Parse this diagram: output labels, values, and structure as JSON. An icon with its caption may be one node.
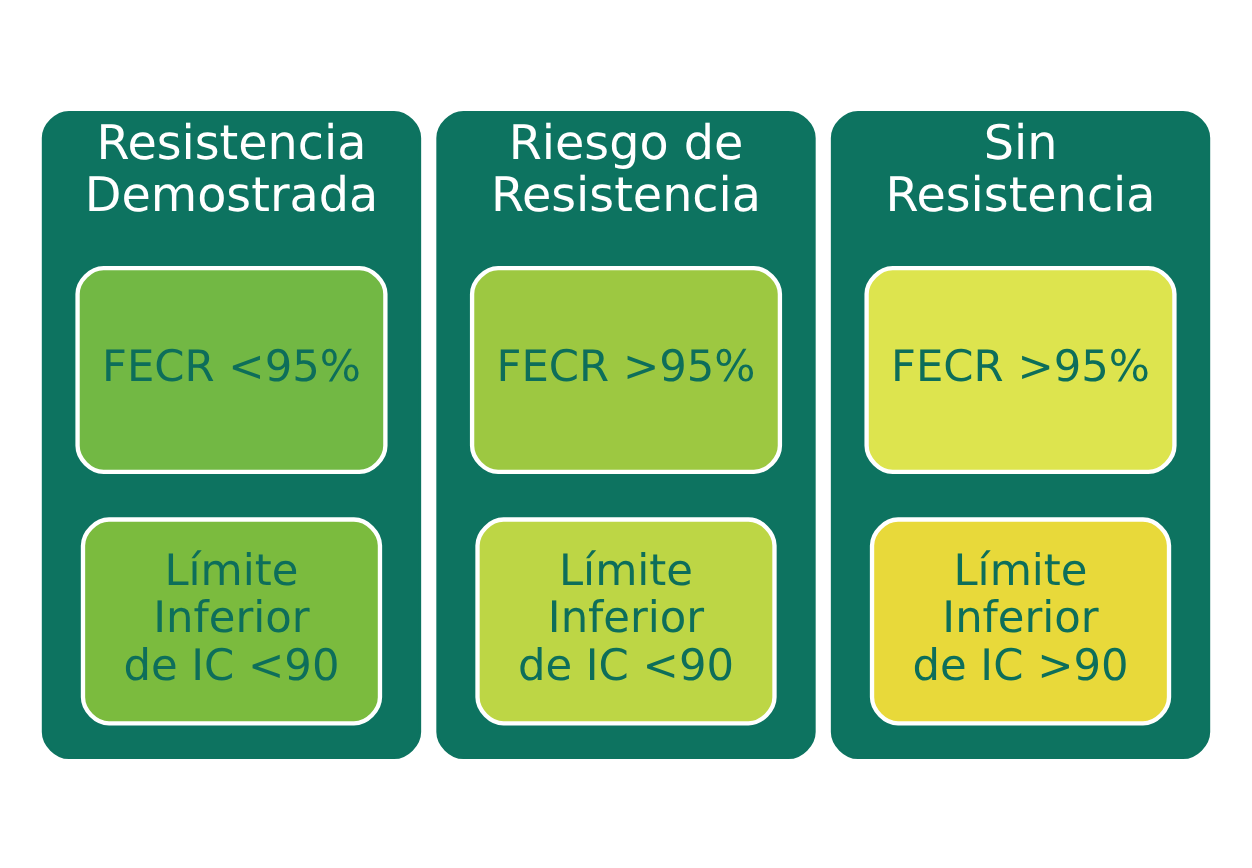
{
  "diagram": {
    "nodes": [
      {
        "text": [
          "Resistencia Demostrada"
        ]
      },
      {
        "text": [
          "FECR <95%"
        ],
        "in": 0
      },
      {
        "text": [
          "Límite Inferior de IC <90"
        ],
        "in": 0
      },
      {
        "text": [
          "Riesgo de Resistencia"
        ]
      },
      {
        "text": [
          "FECR >95%"
        ],
        "in": 3
      },
      {
        "text": [
          "Límite Inferior de IC <90"
        ],
        "in": 3
      },
      {
        "text": [
          "Sin Resistencia"
        ]
      },
      {
        "text": [
          "FECR >95%"
        ],
        "in": 6
      },
      {
        "text": [
          "Límite Inferior de IC >90"
        ],
        "in": 6
      }
    ]
  }
}
